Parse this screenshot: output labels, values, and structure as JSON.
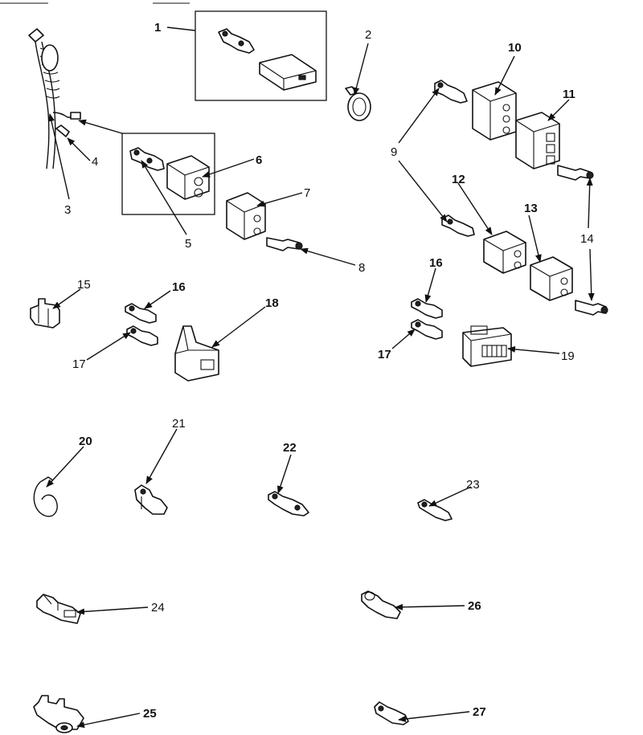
{
  "callouts": [
    {
      "num": "1",
      "bold": true
    },
    {
      "num": "2",
      "bold": false
    },
    {
      "num": "3",
      "bold": false
    },
    {
      "num": "4",
      "bold": false
    },
    {
      "num": "5",
      "bold": false
    },
    {
      "num": "6",
      "bold": true
    },
    {
      "num": "7",
      "bold": false
    },
    {
      "num": "8",
      "bold": false
    },
    {
      "num": "9",
      "bold": false
    },
    {
      "num": "10",
      "bold": true
    },
    {
      "num": "11",
      "bold": true
    },
    {
      "num": "12",
      "bold": true
    },
    {
      "num": "13",
      "bold": true
    },
    {
      "num": "14",
      "bold": false
    },
    {
      "num": "15",
      "bold": false
    },
    {
      "num": "16",
      "bold": true
    },
    {
      "num": "17",
      "bold": false
    },
    {
      "num": "18",
      "bold": true
    },
    {
      "num": "16",
      "bold": true
    },
    {
      "num": "17",
      "bold": true
    },
    {
      "num": "19",
      "bold": false
    },
    {
      "num": "20",
      "bold": true
    },
    {
      "num": "21",
      "bold": false
    },
    {
      "num": "22",
      "bold": true
    },
    {
      "num": "23",
      "bold": false
    },
    {
      "num": "24",
      "bold": false
    },
    {
      "num": "26",
      "bold": true
    },
    {
      "num": "25",
      "bold": true
    },
    {
      "num": "27",
      "bold": true
    }
  ]
}
